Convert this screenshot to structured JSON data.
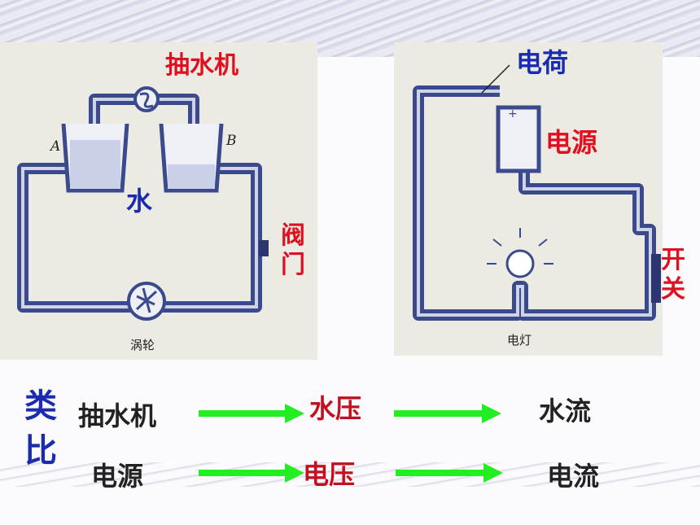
{
  "left_diagram": {
    "pump_label": "抽水机",
    "water_label": "水",
    "valve_label": "阀门",
    "container_a": "A",
    "container_b": "B",
    "turbine_label": "涡轮"
  },
  "right_diagram": {
    "charge_label": "电荷",
    "source_label": "电源",
    "switch_label": "开关",
    "lamp_label": "电灯"
  },
  "analogy": {
    "title": "类比",
    "row1": [
      "抽水机",
      "水压",
      "水流"
    ],
    "row2": [
      "电源",
      "电压",
      "电流"
    ]
  },
  "colors": {
    "label_red": "#e01020",
    "label_blue": "#1a2bb0",
    "arrow_green": "#22ee22",
    "pipe": "#3a4a8c"
  }
}
